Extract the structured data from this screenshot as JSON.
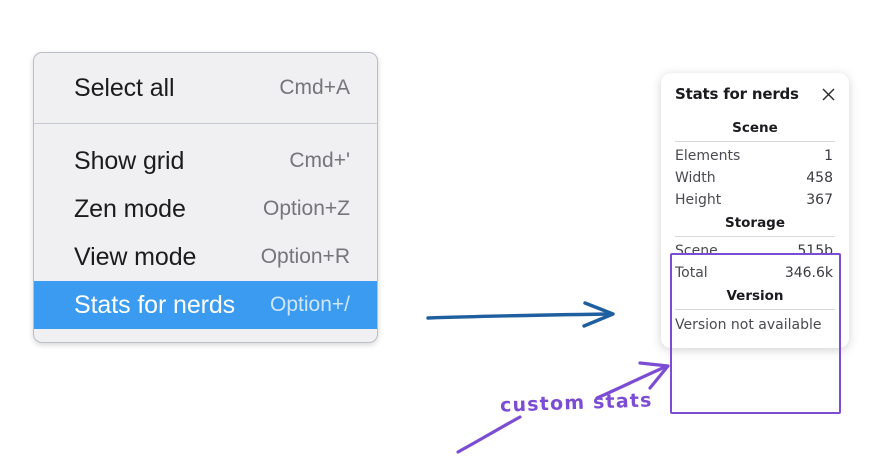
{
  "menu": {
    "sections": [
      {
        "items": [
          {
            "label": "Select all",
            "shortcut": "Cmd+A",
            "selected": false
          }
        ]
      },
      {
        "items": [
          {
            "label": "Show grid",
            "shortcut": "Cmd+'",
            "selected": false
          },
          {
            "label": "Zen mode",
            "shortcut": "Option+Z",
            "selected": false
          },
          {
            "label": "View mode",
            "shortcut": "Option+R",
            "selected": false
          },
          {
            "label": "Stats for nerds",
            "shortcut": "Option+/",
            "selected": true
          }
        ]
      }
    ],
    "highlight_color": "#3b9bf0"
  },
  "stats_panel": {
    "title": "Stats for nerds",
    "close_icon": "close-icon",
    "sections": [
      {
        "heading": "Scene",
        "rows": [
          {
            "label": "Elements",
            "value": "1"
          },
          {
            "label": "Width",
            "value": "458"
          },
          {
            "label": "Height",
            "value": "367"
          }
        ]
      },
      {
        "heading": "Storage",
        "rows": [
          {
            "label": "Scene",
            "value": "515b"
          },
          {
            "label": "Total",
            "value": "346.6k"
          }
        ]
      },
      {
        "heading": "Version",
        "note": "Version not available"
      }
    ]
  },
  "annotations": {
    "custom_stats_label": "custom stats",
    "blue_arrow_color": "#1f5fa0",
    "purple_color": "#7c4dd4"
  }
}
